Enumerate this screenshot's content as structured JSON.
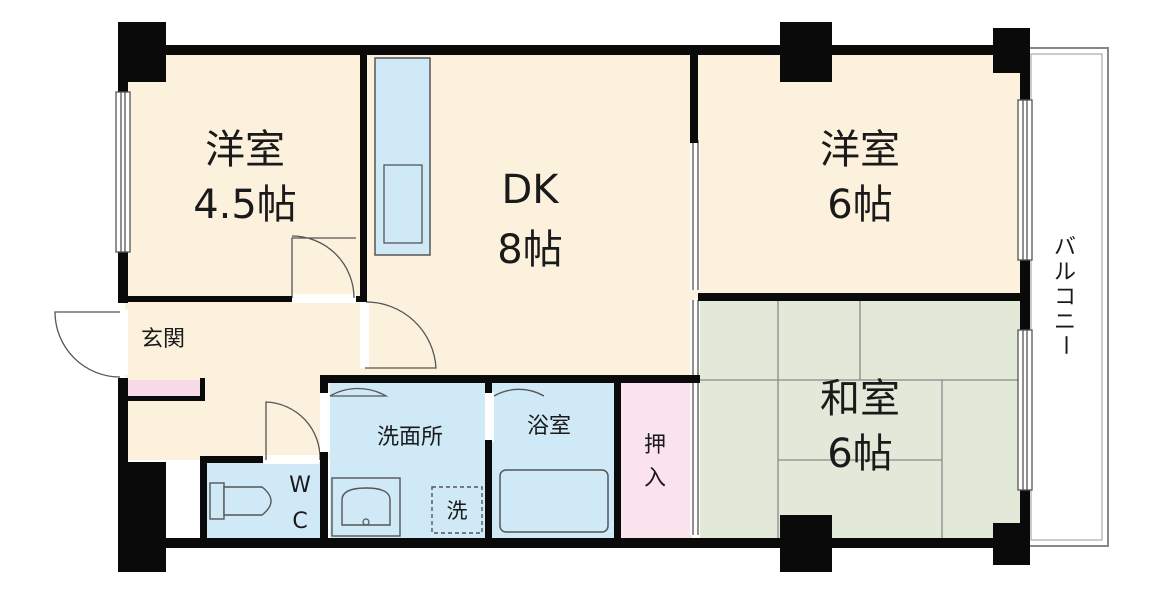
{
  "colors": {
    "wall": "#0a0a0a",
    "room_floor": "#fbf1dc",
    "tatami": "#e2e9d8",
    "wet_area": "#cfe9f7",
    "closet": "#fbe3ee",
    "genkan_pink": "#f8dbe8",
    "white": "#ffffff"
  },
  "rooms": {
    "western_left": {
      "name": "洋室",
      "size": "4.5帖"
    },
    "dk": {
      "name": "DK",
      "size": "8帖"
    },
    "western_right": {
      "name": "洋室",
      "size": "6帖"
    },
    "japanese": {
      "name": "和室",
      "size": "6帖"
    },
    "genkan": "玄関",
    "washroom": "洗面所",
    "bathroom": "浴室",
    "closet": [
      "押",
      "入"
    ],
    "toilet": [
      "W",
      "C"
    ],
    "washer": "洗",
    "balcony": [
      "バ",
      "ル",
      "コ",
      "ニ",
      "ー"
    ]
  }
}
